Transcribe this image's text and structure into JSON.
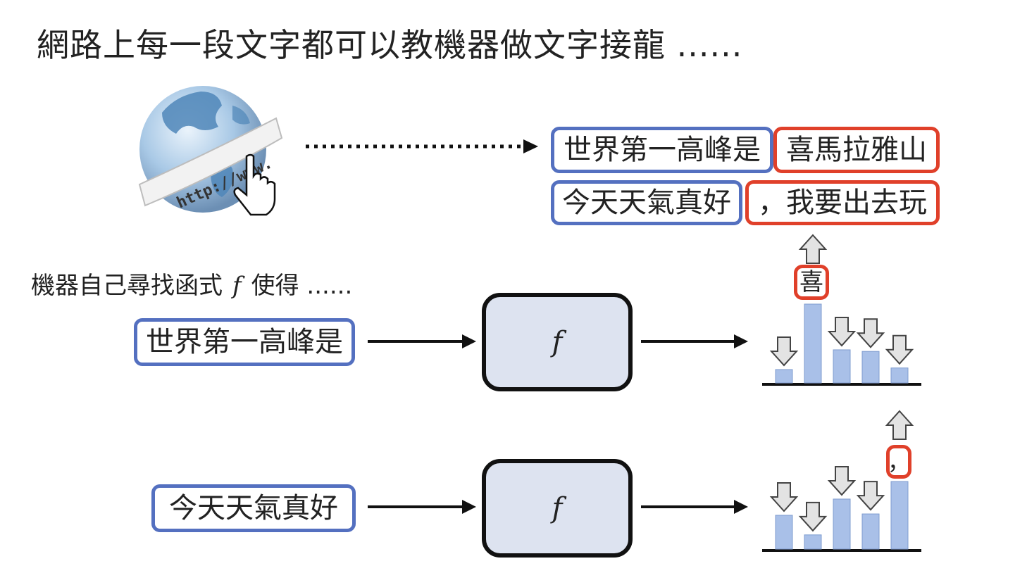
{
  "title": "網路上每一段文字都可以教機器做文字接龍 ......",
  "globe": {
    "url_text": "http://www.",
    "icon": "globe-icon"
  },
  "examples": [
    {
      "context": "世界第一高峰是",
      "continuation": "喜馬拉雅山"
    },
    {
      "context": "今天天氣真好",
      "continuation": "，我要出去玩"
    }
  ],
  "subtitle": {
    "prefix": "機器自己尋找函式",
    "symbol": "f",
    "suffix": "使得 ......"
  },
  "rows": [
    {
      "input": "世界第一高峰是",
      "function_label": "f",
      "output_token": "喜",
      "distribution": [
        0.17,
        1.0,
        0.42,
        0.4,
        0.19
      ],
      "selected_index": 1
    },
    {
      "input": "今天天氣真好",
      "function_label": "f",
      "output_token": "，",
      "distribution": [
        0.5,
        0.21,
        0.74,
        0.52,
        1.0
      ],
      "selected_index": 4
    }
  ],
  "colors": {
    "blue": "#5470c0",
    "red": "#e0402a",
    "bar": "#a9c0e8",
    "func_fill": "#dde3f0"
  }
}
